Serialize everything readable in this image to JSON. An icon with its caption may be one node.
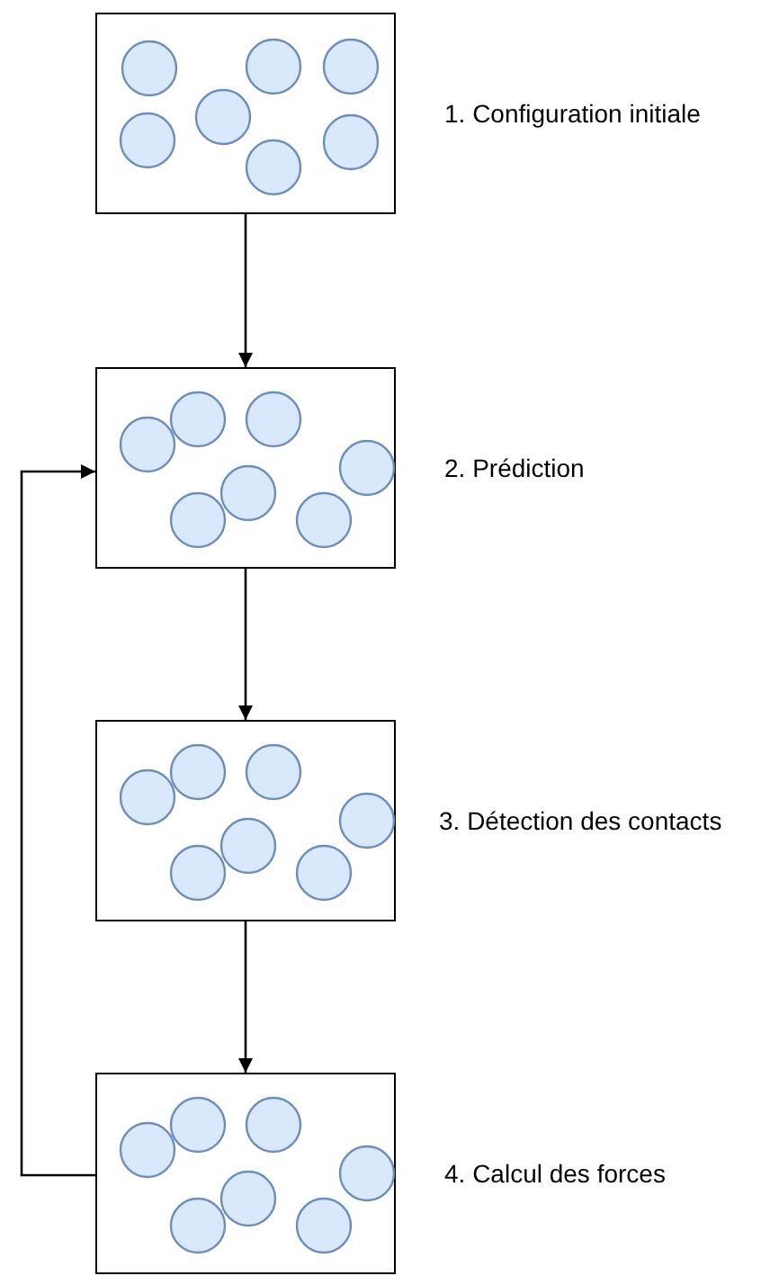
{
  "diagram": {
    "nodes": [
      {
        "text": [],
        "shape": "box",
        "beside": [
          "1. Configuration initiale"
        ]
      },
      {
        "text": [],
        "shape": "box",
        "beside": [
          "2. Prédiction"
        ]
      },
      {
        "text": [],
        "shape": "box",
        "beside": [
          "3. Détection des contacts"
        ]
      },
      {
        "text": [],
        "shape": "box",
        "beside": [
          "4. Calcul des forces"
        ]
      }
    ],
    "edges": [
      {
        "from": 0,
        "to": 1,
        "arrow": "to"
      },
      {
        "from": 1,
        "to": 2,
        "arrow": "to"
      },
      {
        "from": 2,
        "to": 3,
        "arrow": "to"
      },
      {
        "from": 3,
        "to": 1,
        "arrow": "to"
      }
    ]
  }
}
